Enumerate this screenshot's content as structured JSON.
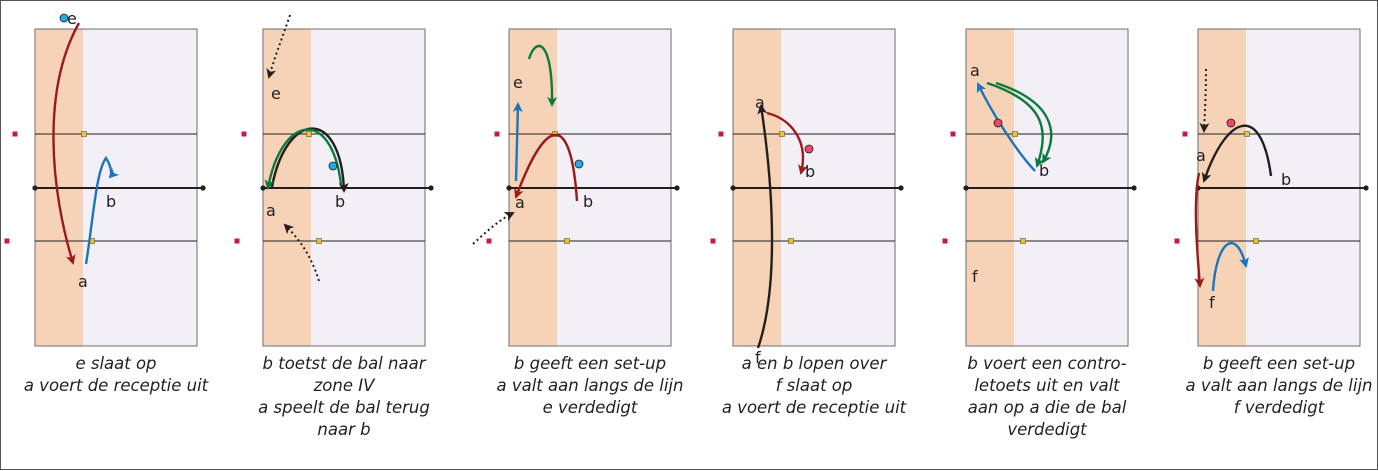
{
  "colors": {
    "zone_orange": "#f6d3b6",
    "court_light": "#f2eff7",
    "line": "#231f20",
    "red_path": "#9b1b1b",
    "blue_path": "#1a75bc",
    "green_path": "#0d7a3d",
    "black_path": "#231f20",
    "ball_blue": "#27a9e1",
    "ball_red": "#ea4b63",
    "marker_magenta": "#c2185b",
    "marker_yellow": "#f0c419"
  },
  "panels": [
    {
      "id": "p1",
      "labels": [
        {
          "t": "e"
        },
        {
          "t": "b"
        },
        {
          "t": "a"
        }
      ],
      "caption": [
        "e slaat op",
        "a voert de receptie uit"
      ]
    },
    {
      "id": "p2",
      "labels": [
        {
          "t": "e"
        },
        {
          "t": "a"
        },
        {
          "t": "b"
        }
      ],
      "caption": [
        "b toetst de bal naar",
        "zone IV",
        "a speelt de bal terug",
        "naar b"
      ]
    },
    {
      "id": "p3",
      "labels": [
        {
          "t": "e"
        },
        {
          "t": "a"
        },
        {
          "t": "b"
        }
      ],
      "caption": [
        "b geeft een set-up",
        "a valt aan langs de lijn",
        "e verdedigt"
      ]
    },
    {
      "id": "p4",
      "labels": [
        {
          "t": "a"
        },
        {
          "t": "b"
        },
        {
          "t": "f"
        }
      ],
      "caption": [
        "a en b lopen over",
        "f slaat op",
        "a voert de receptie uit"
      ]
    },
    {
      "id": "p5",
      "labels": [
        {
          "t": "a"
        },
        {
          "t": "b"
        },
        {
          "t": "f"
        }
      ],
      "caption": [
        "b voert een contro-",
        "letoets uit en valt",
        "aan op a die de bal",
        "verdedigt"
      ]
    },
    {
      "id": "p6",
      "labels": [
        {
          "t": "a"
        },
        {
          "t": "b"
        },
        {
          "t": "f"
        }
      ],
      "caption": [
        "b geeft een set-up",
        "a valt aan langs de lijn",
        "f verdedigt"
      ]
    }
  ]
}
